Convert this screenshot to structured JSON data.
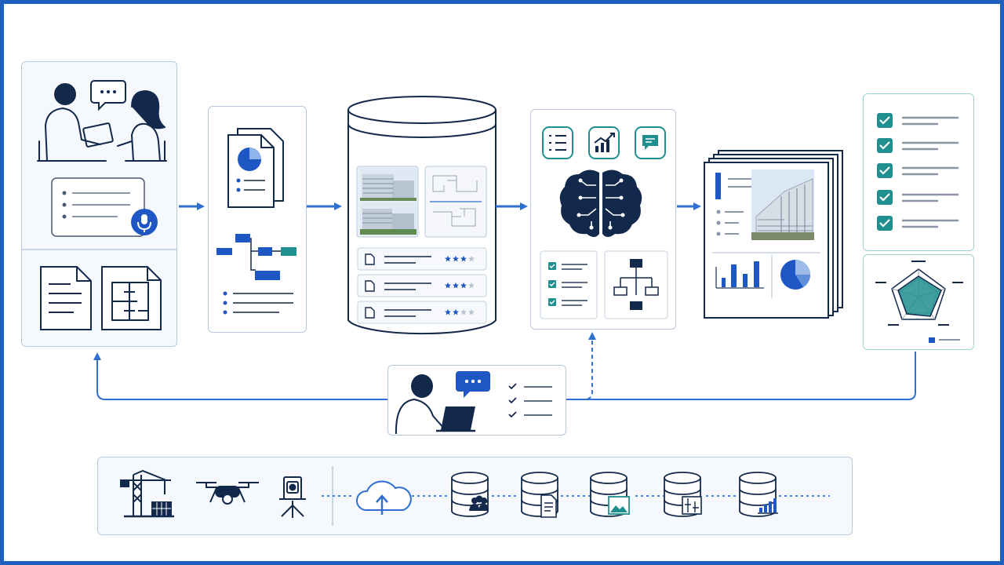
{
  "colors": {
    "frame": "#1f5fbf",
    "accent_blue": "#2f6fd0",
    "navy": "#13294b",
    "teal": "#1f8f8f",
    "panel_border": "#b9c9dd",
    "panel_fill": "#f5f8fc"
  },
  "stages": [
    {
      "id": "input",
      "icons": [
        "consultation-people-icon",
        "speech-bubble-icon",
        "voice-note-icon",
        "microphone-icon",
        "text-document-icon",
        "floor-plan-icon"
      ]
    },
    {
      "id": "extraction",
      "icons": [
        "documents-pie-icon",
        "hierarchy-chart-icon",
        "bullet-list-icon"
      ]
    },
    {
      "id": "repository",
      "icons": [
        "database-icon",
        "building-photo-icon",
        "floor-plan-sketch-icon",
        "rated-document-icon"
      ]
    },
    {
      "id": "ai-reasoning",
      "icons": [
        "checklist-icon",
        "growth-chart-icon",
        "chat-icon",
        "brain-circuit-icon",
        "tree-diagram-icon"
      ]
    },
    {
      "id": "report",
      "icons": [
        "report-stack-icon",
        "building-photo-icon",
        "bar-chart-icon",
        "pie-chart-icon"
      ]
    },
    {
      "id": "evaluation",
      "icons": [
        "checkbox-list-icon",
        "radar-chart-icon"
      ]
    },
    {
      "id": "feedback",
      "icons": [
        "person-laptop-icon",
        "chat-icon",
        "checklist-icon"
      ]
    }
  ],
  "repository_ratings": [
    3,
    3,
    2
  ],
  "data_sources": [
    "crane-icon",
    "drone-icon",
    "survey-instrument-icon",
    "cloud-upload-icon",
    "people-database-icon",
    "document-database-icon",
    "image-database-icon",
    "plan-database-icon",
    "analytics-database-icon"
  ]
}
